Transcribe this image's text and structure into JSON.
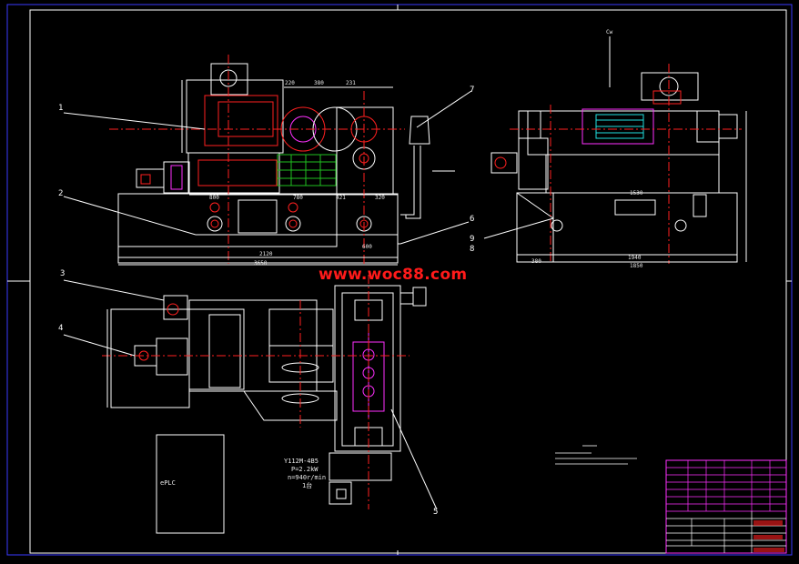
{
  "watermark": "www.woc88.com",
  "part_numbers": [
    "1",
    "2",
    "3",
    "4",
    "5",
    "6",
    "7",
    "8",
    "9"
  ],
  "dimensions": {
    "front_top": [
      "220",
      "380",
      "231"
    ],
    "front_bottom": [
      "800",
      "780",
      "421",
      "320"
    ],
    "front_total": "2120",
    "front_overall": "3650",
    "front_side": "600",
    "side_left": "380",
    "side_total": "1940",
    "side_overall": "1850",
    "side_top": "1530"
  },
  "motor_spec": {
    "model": "Y112M-4B5",
    "power": "P=2.2kW",
    "speed": "n=940r/min",
    "qty": "1台"
  },
  "plc_label": "ePLC",
  "side_view_tag": "Cw",
  "colors": {
    "background": "#000000",
    "line_white": "#ffffff",
    "line_red": "#ff2020",
    "line_magenta": "#ff30ff",
    "line_green": "#20c020",
    "line_cyan": "#20e0e0",
    "frame_blue": "#3a3aff"
  }
}
